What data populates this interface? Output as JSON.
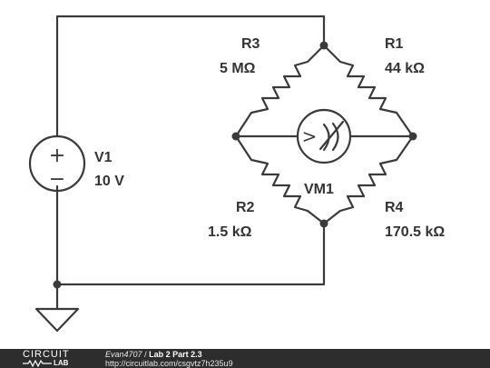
{
  "circuit": {
    "source": {
      "name": "V1",
      "value": "10 V",
      "plus": "+",
      "minus": "−"
    },
    "resistors": [
      {
        "id": "r3",
        "name": "R3",
        "value": "5 MΩ"
      },
      {
        "id": "r1",
        "name": "R1",
        "value": "44 kΩ"
      },
      {
        "id": "r2",
        "name": "R2",
        "value": "1.5 kΩ"
      },
      {
        "id": "r4",
        "name": "R4",
        "value": "170.5 kΩ"
      }
    ],
    "meter": {
      "name": "VM1",
      "symbol": ">"
    }
  },
  "footer": {
    "brand_top": "CIRCUIT",
    "brand_bottom": "LAB",
    "author": "Evan4707",
    "separator": "/",
    "title": "Lab 2 Part 2.3",
    "url": "http://circuitlab.com/csgvtz7h235u9"
  }
}
